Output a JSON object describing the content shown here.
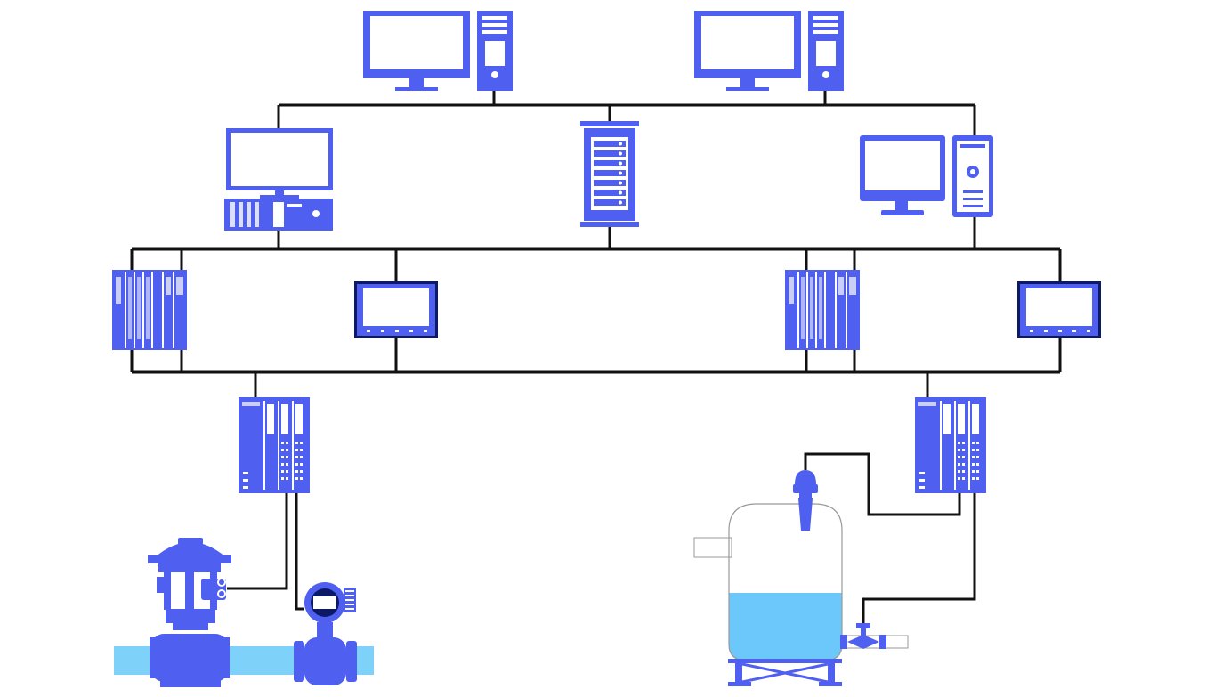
{
  "colors": {
    "device": "#4f5fef",
    "device_dark": "#0c1a66",
    "wire": "#111111",
    "liquid": "#6cc8fb",
    "pipe": "#7ed2fa",
    "background": "#ffffff"
  },
  "diagram": {
    "kind": "industrial control network topology",
    "levels": [
      "operator-workstations",
      "supervisory-stations",
      "controllers-and-hmi",
      "remote-io",
      "field-devices"
    ],
    "icons": [
      "desktop-pc-icon",
      "server-rack-icon",
      "engineering-station-icon",
      "plc-rack-icon",
      "hmi-panel-icon",
      "remote-io-icon",
      "control-valve-icon",
      "flow-meter-icon",
      "tank-icon",
      "level-radar-icon"
    ]
  }
}
